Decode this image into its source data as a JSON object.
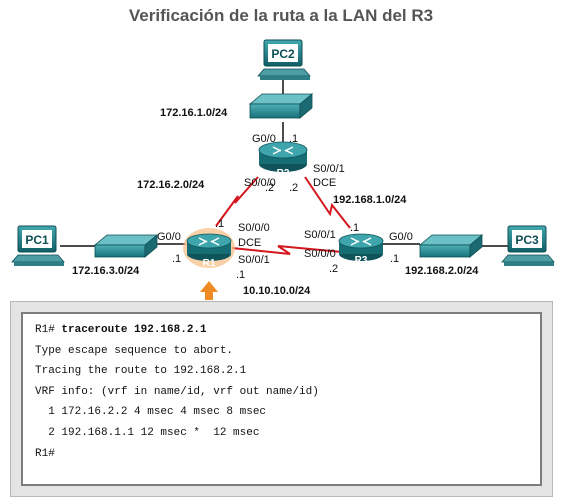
{
  "title": "Verificación de la ruta a la LAN del R3",
  "devices": {
    "pc1": "PC1",
    "pc2": "PC2",
    "pc3": "PC3",
    "r1": "R1",
    "r2": "R2",
    "r3": "R3"
  },
  "networks": {
    "lan_r2": "172.16.1.0/24",
    "link_r1_r2": "172.16.2.0/24",
    "lan_r1": "172.16.3.0/24",
    "link_r2_r3": "192.168.1.0/24",
    "lan_r3": "192.168.2.0/24",
    "link_r1_r3": "10.10.10.0/24"
  },
  "interfaces": {
    "r2_g00": "G0/0",
    "r2_g00_host": ".1",
    "r2_s000": "S0/0/0",
    "r2_s000_host": ".2",
    "r2_s001": "S0/0/1",
    "r2_dce": "DCE",
    "r2_s001_host": ".2",
    "r1_g00": "G0/0",
    "r1_g00_host": ".1",
    "r1_s000_host": ".1",
    "r1_s000": "S0/0/0",
    "r1_dce": "DCE",
    "r1_s001": "S0/0/1",
    "r1_s001_host": ".1",
    "r3_s001_host": ".1",
    "r3_s001": "S0/0/1",
    "r3_s000": "S0/0/0",
    "r3_s000_host": ".2",
    "r3_g00": "G0/0",
    "r3_g00_host": ".1"
  },
  "console": {
    "prompt1": "R1# ",
    "command": "traceroute 192.168.2.1",
    "line2": "Type escape sequence to abort.",
    "line3": "Tracing the route to 192.168.2.1",
    "line4": "VRF info: (vrf in name/id, vrf out name/id)",
    "hop1": "  1 172.16.2.2 4 msec 4 msec 8 msec",
    "hop2": "  2 192.168.1.1 12 msec *  12 msec",
    "prompt2": "R1#"
  },
  "colors": {
    "serial_link": "#d4161e",
    "ethernet_link": "#111111",
    "device_teal": "#1a7b83",
    "highlight_orange": "#f08a24"
  }
}
